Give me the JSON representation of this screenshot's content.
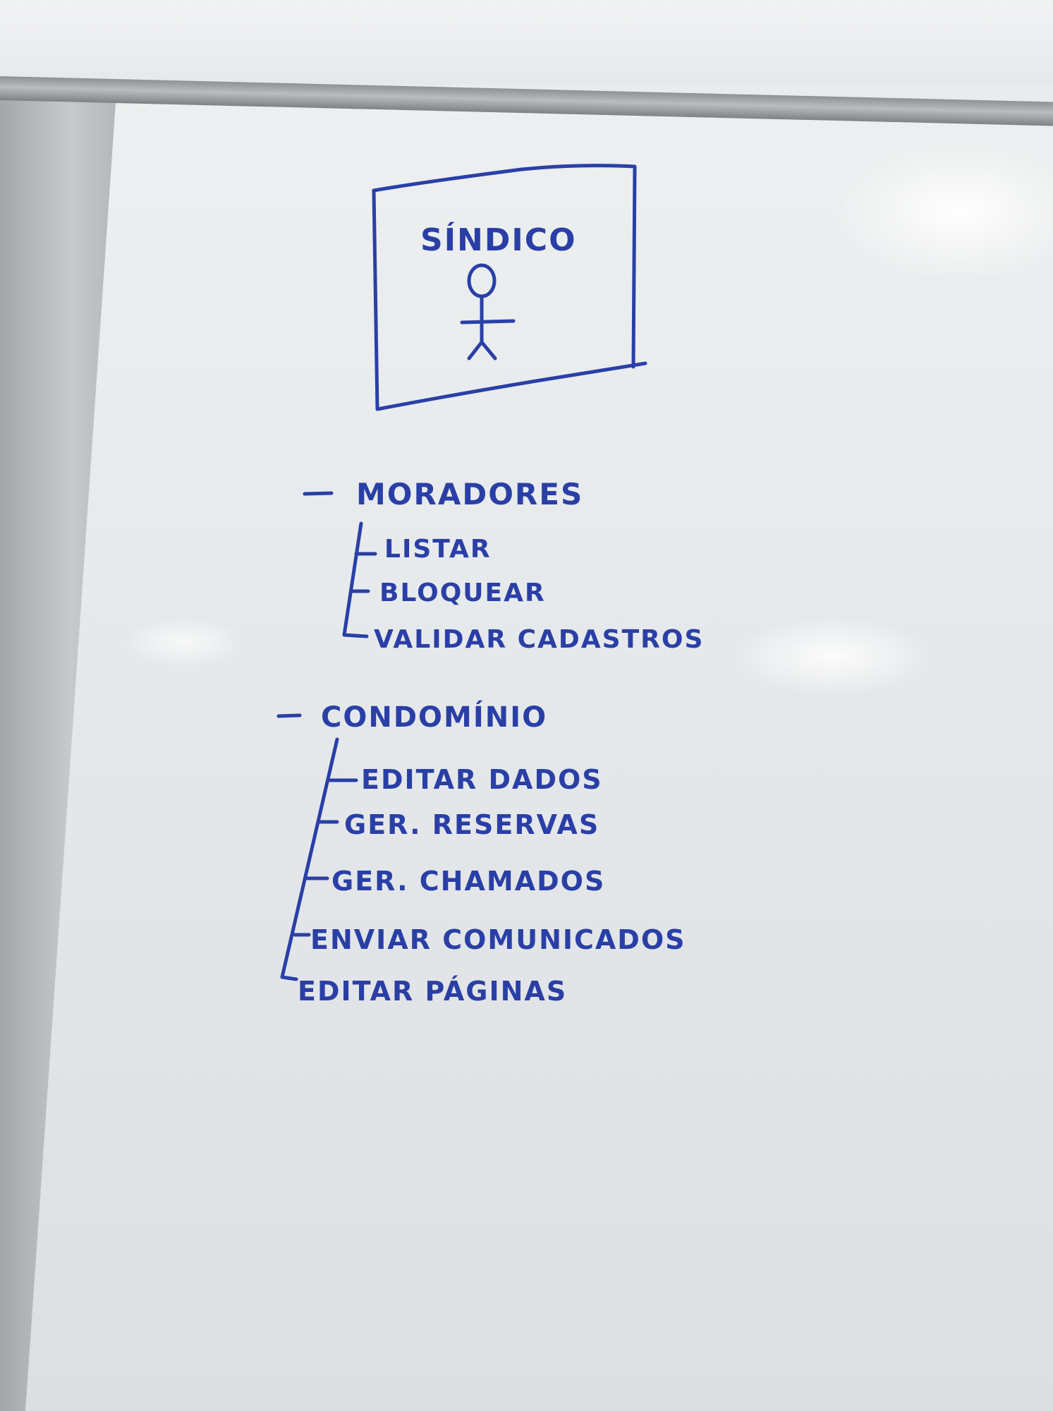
{
  "actor": {
    "title": "SÍNDICO"
  },
  "groups": [
    {
      "title": "MORADORES",
      "items": [
        "LISTAR",
        "BLOQUEAR",
        "VALIDAR CADASTROS"
      ]
    },
    {
      "title": "CONDOMÍNIO",
      "items": [
        "EDITAR DADOS",
        "GER. RESERVAS",
        "GER. CHAMADOS",
        "ENVIAR COMUNICADOS",
        "EDITAR PÁGINAS"
      ]
    }
  ],
  "colors": {
    "ink": "#2a3fa6",
    "board": "#e9ecee"
  }
}
